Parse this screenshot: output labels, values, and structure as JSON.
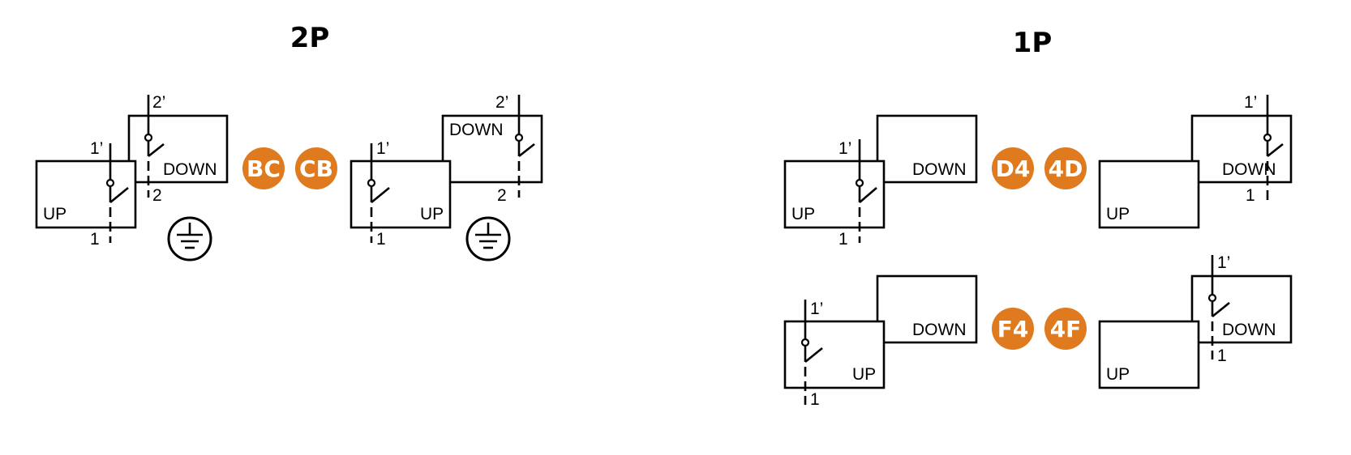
{
  "titles": {
    "left": "2P",
    "right": "1P"
  },
  "labels": {
    "up": "UP",
    "down": "DOWN",
    "t1": "1",
    "t1p": "1’",
    "t2": "2",
    "t2p": "2’"
  },
  "badges": {
    "bc": "BC",
    "cb": "CB",
    "d4": "D4",
    "fd": "4D",
    "f4": "F4",
    "ff": "4F"
  },
  "colors": {
    "badge": "#e07a1f",
    "line": "#000000"
  },
  "icons": {
    "ground": "ground-symbol-icon"
  }
}
